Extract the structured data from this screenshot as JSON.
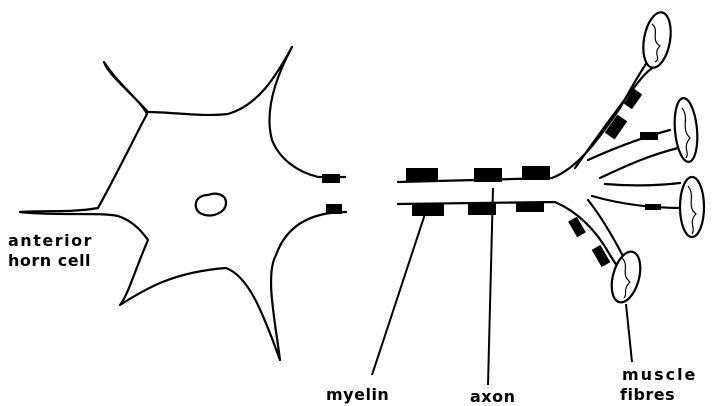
{
  "diagram": {
    "labels": {
      "anterior": "anterior",
      "horn_cell": "horn cell",
      "myelin": "myelin",
      "axon": "axon",
      "muscle": "muscle",
      "fibres": "fibres"
    },
    "colors": {
      "stroke": "#000000",
      "fill": "#ffffff",
      "myelin": "#000000"
    }
  }
}
